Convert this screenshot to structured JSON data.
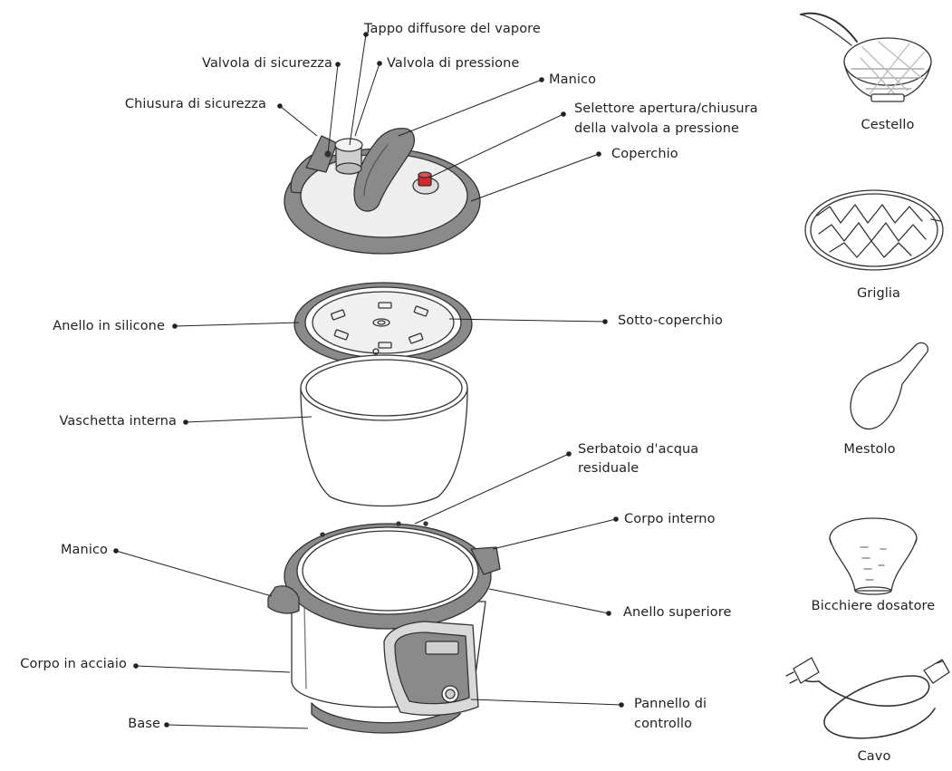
{
  "labels": {
    "tappo_diffusore": "Tappo diffusore del vapore",
    "valvola_sicurezza": "Valvola di sicurezza",
    "valvola_pressione": "Valvola di pressione",
    "manico_top": "Manico",
    "chiusura_sicurezza": "Chiusura di sicurezza",
    "selettore_line1": "Selettore apertura/chiusura",
    "selettore_line2": "della valvola a pressione",
    "coperchio": "Coperchio",
    "anello_silicone": "Anello in silicone",
    "sotto_coperchio": "Sotto-coperchio",
    "vaschetta_interna": "Vaschetta interna",
    "serbatoio_line1": "Serbatoio d'acqua",
    "serbatoio_line2": "residuale",
    "corpo_interno": "Corpo interno",
    "manico_body": "Manico",
    "anello_superiore": "Anello superiore",
    "corpo_acciaio": "Corpo in acciaio",
    "pannello_line1": "Pannello di",
    "pannello_line2": "controllo",
    "base": "Base"
  },
  "accessories": {
    "cestello": "Cestello",
    "griglia": "Griglia",
    "mestolo": "Mestolo",
    "bicchiere": "Bicchiere dosatore",
    "cavo": "Cavo"
  },
  "colors": {
    "gray_part": "#8a8a8a",
    "light_part": "#e9e9e9",
    "outline": "#333333",
    "valve_red": "#d6262b"
  }
}
